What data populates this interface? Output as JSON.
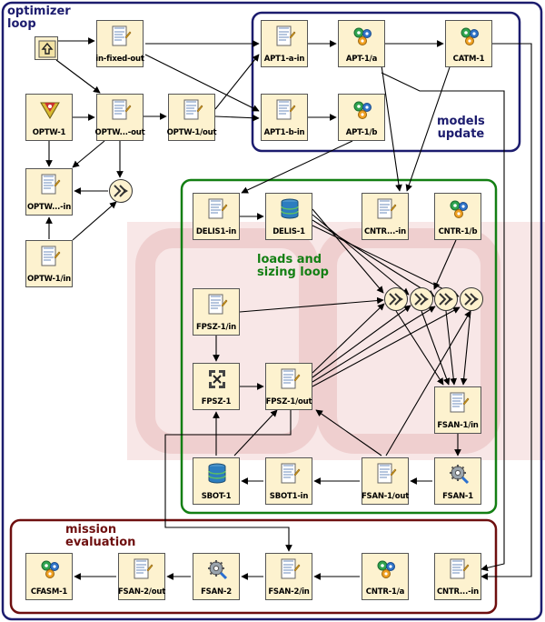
{
  "groups": {
    "optimizer": {
      "title_line1": "optimizer",
      "title_line2": "loop",
      "color": "#1c1c6e"
    },
    "models": {
      "title_line1": "models",
      "title_line2": "update",
      "color": "#1c1c6e"
    },
    "loads": {
      "title_line1": "loads and",
      "title_line2": "sizing loop",
      "color": "#137f13"
    },
    "mission": {
      "title_line1": "mission",
      "title_line2": "evaluation",
      "color": "#6e0f0f"
    }
  },
  "watermark": {
    "text": "RCE",
    "color": "#e8b8b8"
  },
  "nodes": {
    "in_fixed_out": {
      "label": "in-fixed-out",
      "icon": "script-document-icon"
    },
    "apt1_a_in": {
      "label": "APT1-a-in",
      "icon": "script-document-icon"
    },
    "apt1_a": {
      "label": "APT-1/a",
      "icon": "gears-icon"
    },
    "catm1": {
      "label": "CATM-1",
      "icon": "gears-icon"
    },
    "optw1": {
      "label": "OPTW-1",
      "icon": "optimizer-icon"
    },
    "optw_out": {
      "label": "OPTW...-out",
      "icon": "script-document-icon"
    },
    "optw1_out": {
      "label": "OPTW-1/out",
      "icon": "script-document-icon"
    },
    "apt1_b_in": {
      "label": "APT1-b-in",
      "icon": "script-document-icon"
    },
    "apt1_b": {
      "label": "APT-1/b",
      "icon": "gears-icon"
    },
    "optw_in": {
      "label": "OPTW...-in",
      "icon": "script-document-icon"
    },
    "optw1_in": {
      "label": "OPTW-1/in",
      "icon": "script-document-icon"
    },
    "delis1_in": {
      "label": "DELIS1-in",
      "icon": "script-document-icon"
    },
    "delis1": {
      "label": "DELIS-1",
      "icon": "database-icon"
    },
    "cntr_in_top": {
      "label": "CNTR...-in",
      "icon": "script-document-icon"
    },
    "cntr1_b": {
      "label": "CNTR-1/b",
      "icon": "gears-icon"
    },
    "fpsz1_in": {
      "label": "FPSZ-1/in",
      "icon": "script-document-icon"
    },
    "fpsz1": {
      "label": "FPSZ-1",
      "icon": "converger-icon"
    },
    "fpsz1_out": {
      "label": "FPSZ-1/out",
      "icon": "script-document-icon"
    },
    "fsan1_in": {
      "label": "FSAN-1/in",
      "icon": "script-document-icon"
    },
    "sbot1": {
      "label": "SBOT-1",
      "icon": "database-icon"
    },
    "sbot1_in": {
      "label": "SBOT1-in",
      "icon": "script-document-icon"
    },
    "fsan1_out": {
      "label": "FSAN-1/out",
      "icon": "script-document-icon"
    },
    "fsan1": {
      "label": "FSAN-1",
      "icon": "gear-tool-icon"
    },
    "cfasm1": {
      "label": "CFASM-1",
      "icon": "gears-icon"
    },
    "fsan2_out": {
      "label": "FSAN-2/out",
      "icon": "script-document-icon"
    },
    "fsan2": {
      "label": "FSAN-2",
      "icon": "gear-tool-icon"
    },
    "fsan2_in": {
      "label": "FSAN-2/in",
      "icon": "script-document-icon"
    },
    "cntr1_a": {
      "label": "CNTR-1/a",
      "icon": "gears-icon"
    },
    "cntr_in_bottom": {
      "label": "CNTR...-in",
      "icon": "script-document-icon"
    }
  }
}
